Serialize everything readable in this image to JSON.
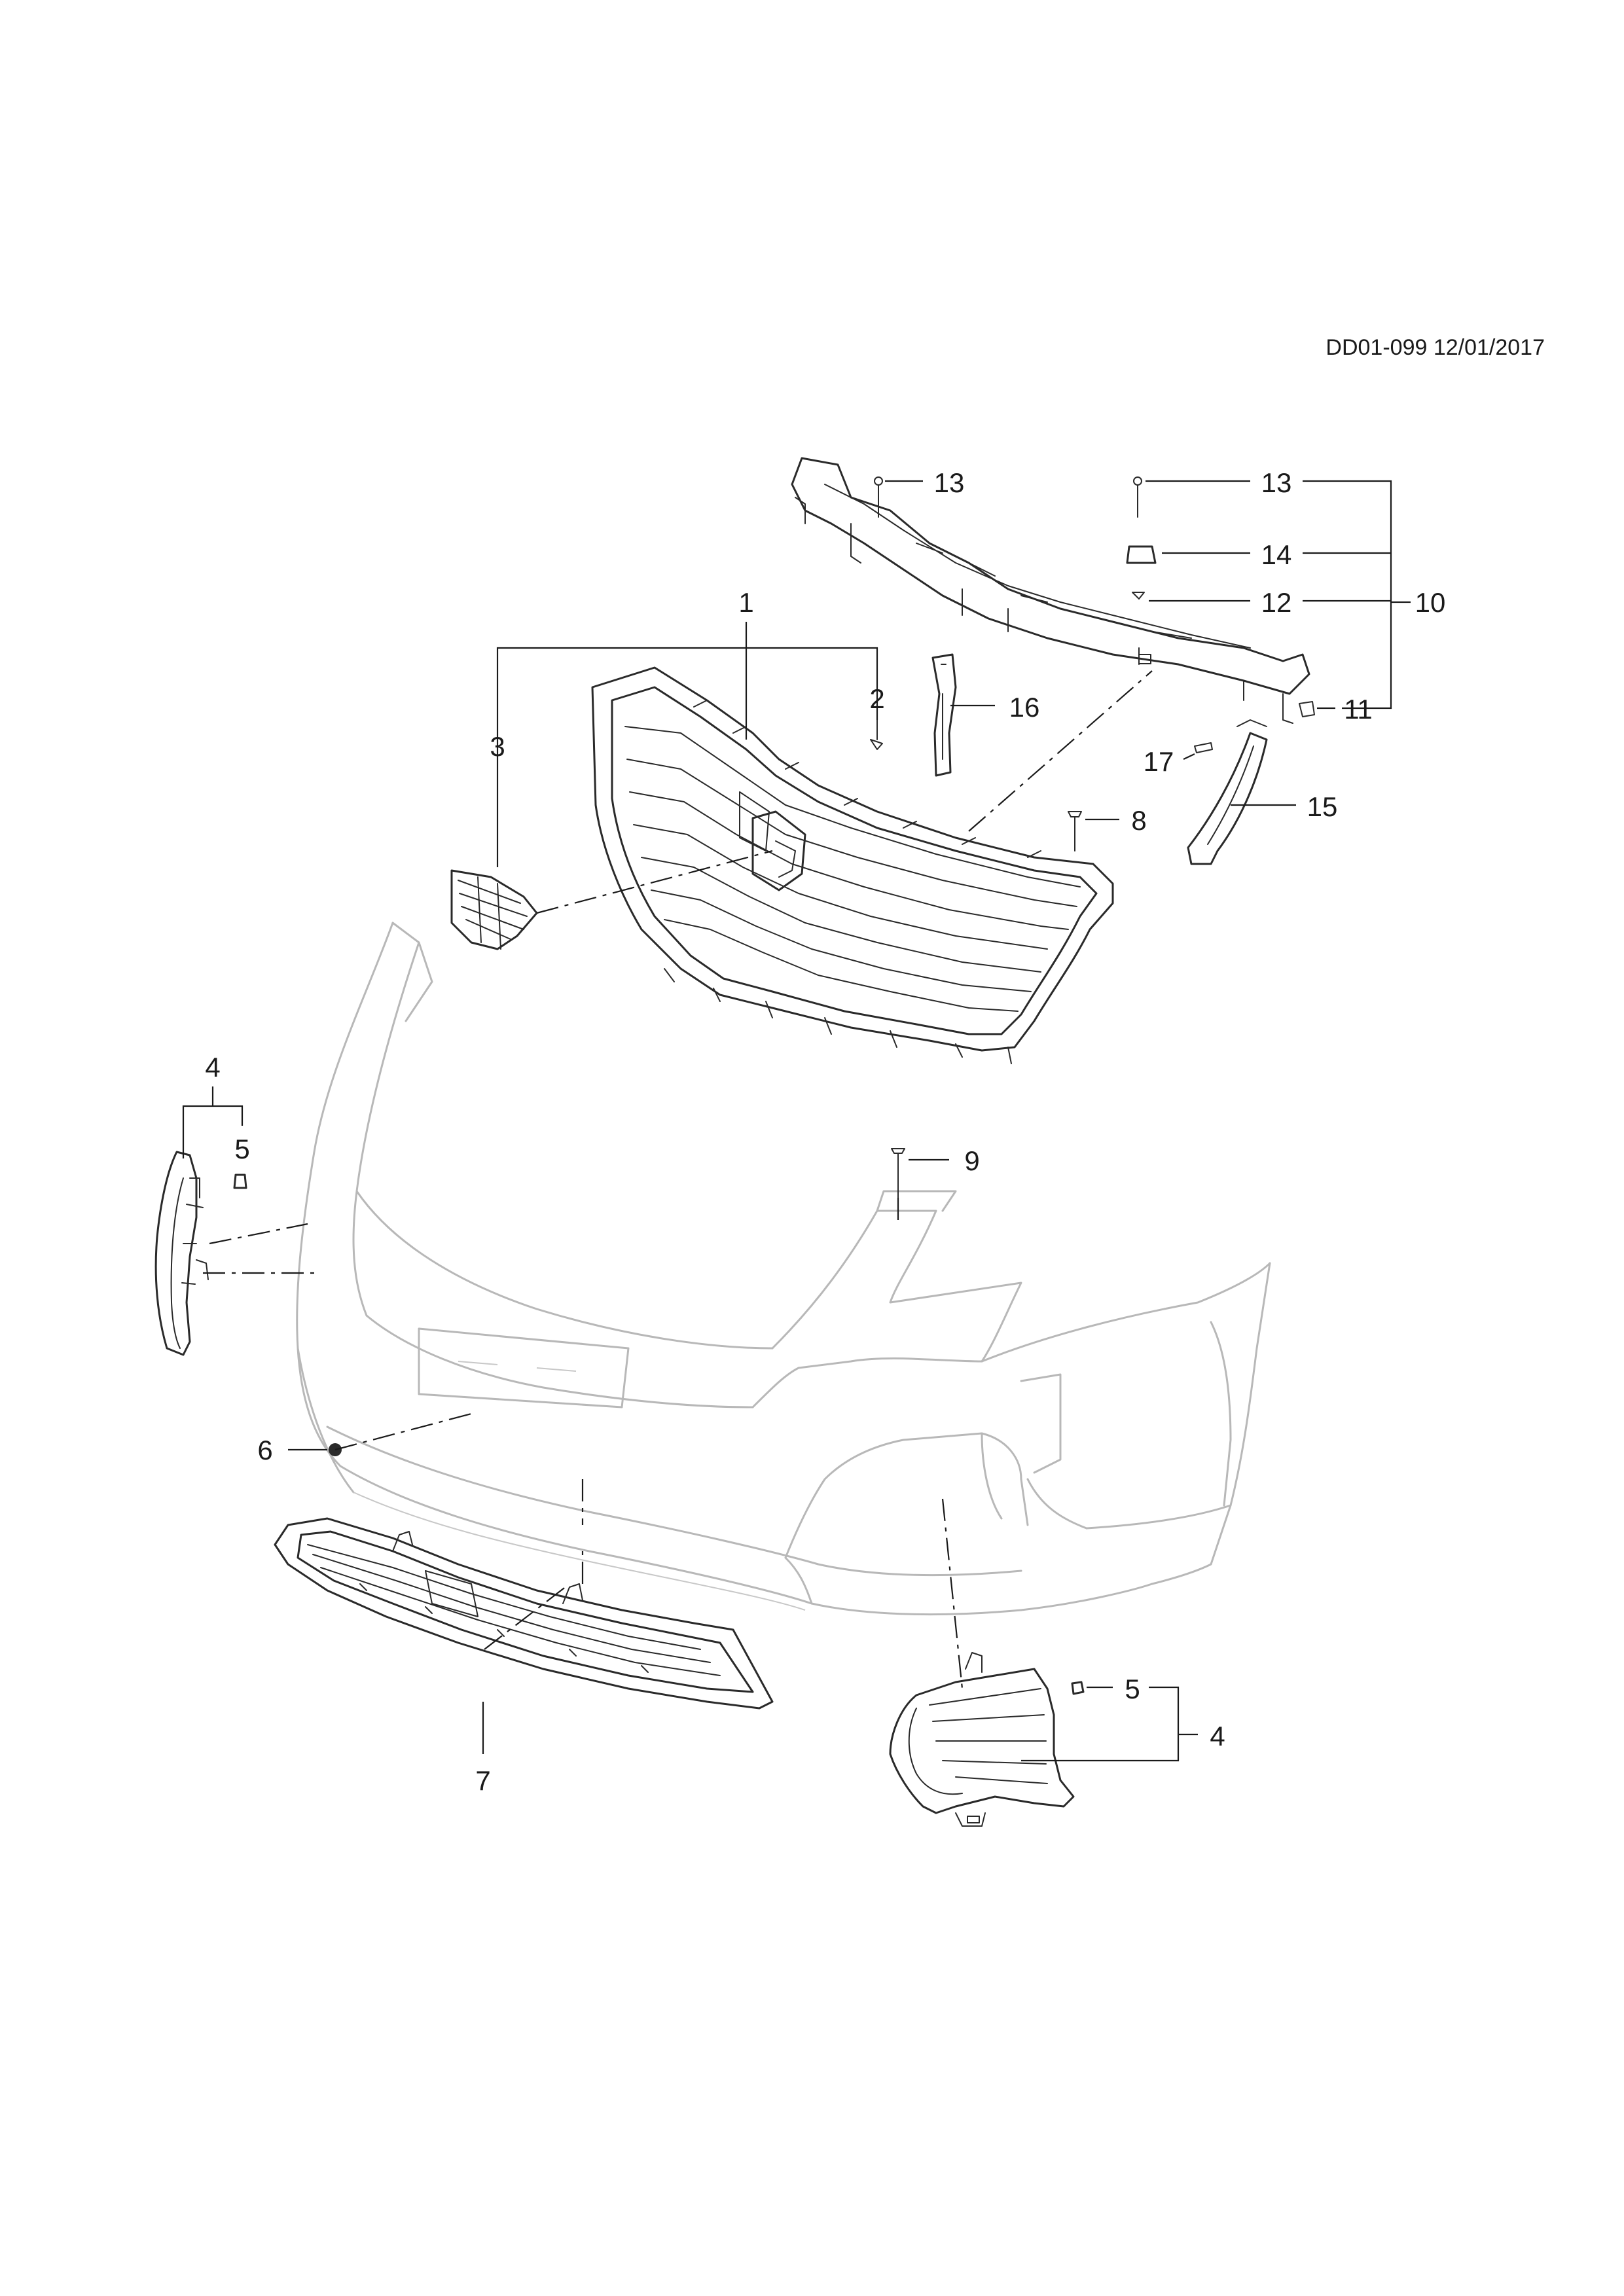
{
  "document_ref": "DD01-099 12/01/2017",
  "callouts": {
    "c1": "1",
    "c2": "2",
    "c3": "3",
    "c4a": "4",
    "c4b": "4",
    "c5a": "5",
    "c5b": "5",
    "c6": "6",
    "c7": "7",
    "c8": "8",
    "c9": "9",
    "c10": "10",
    "c11": "11",
    "c12": "12",
    "c13a": "13",
    "c13b": "13",
    "c14": "14",
    "c15": "15",
    "c16": "16",
    "c17": "17"
  }
}
